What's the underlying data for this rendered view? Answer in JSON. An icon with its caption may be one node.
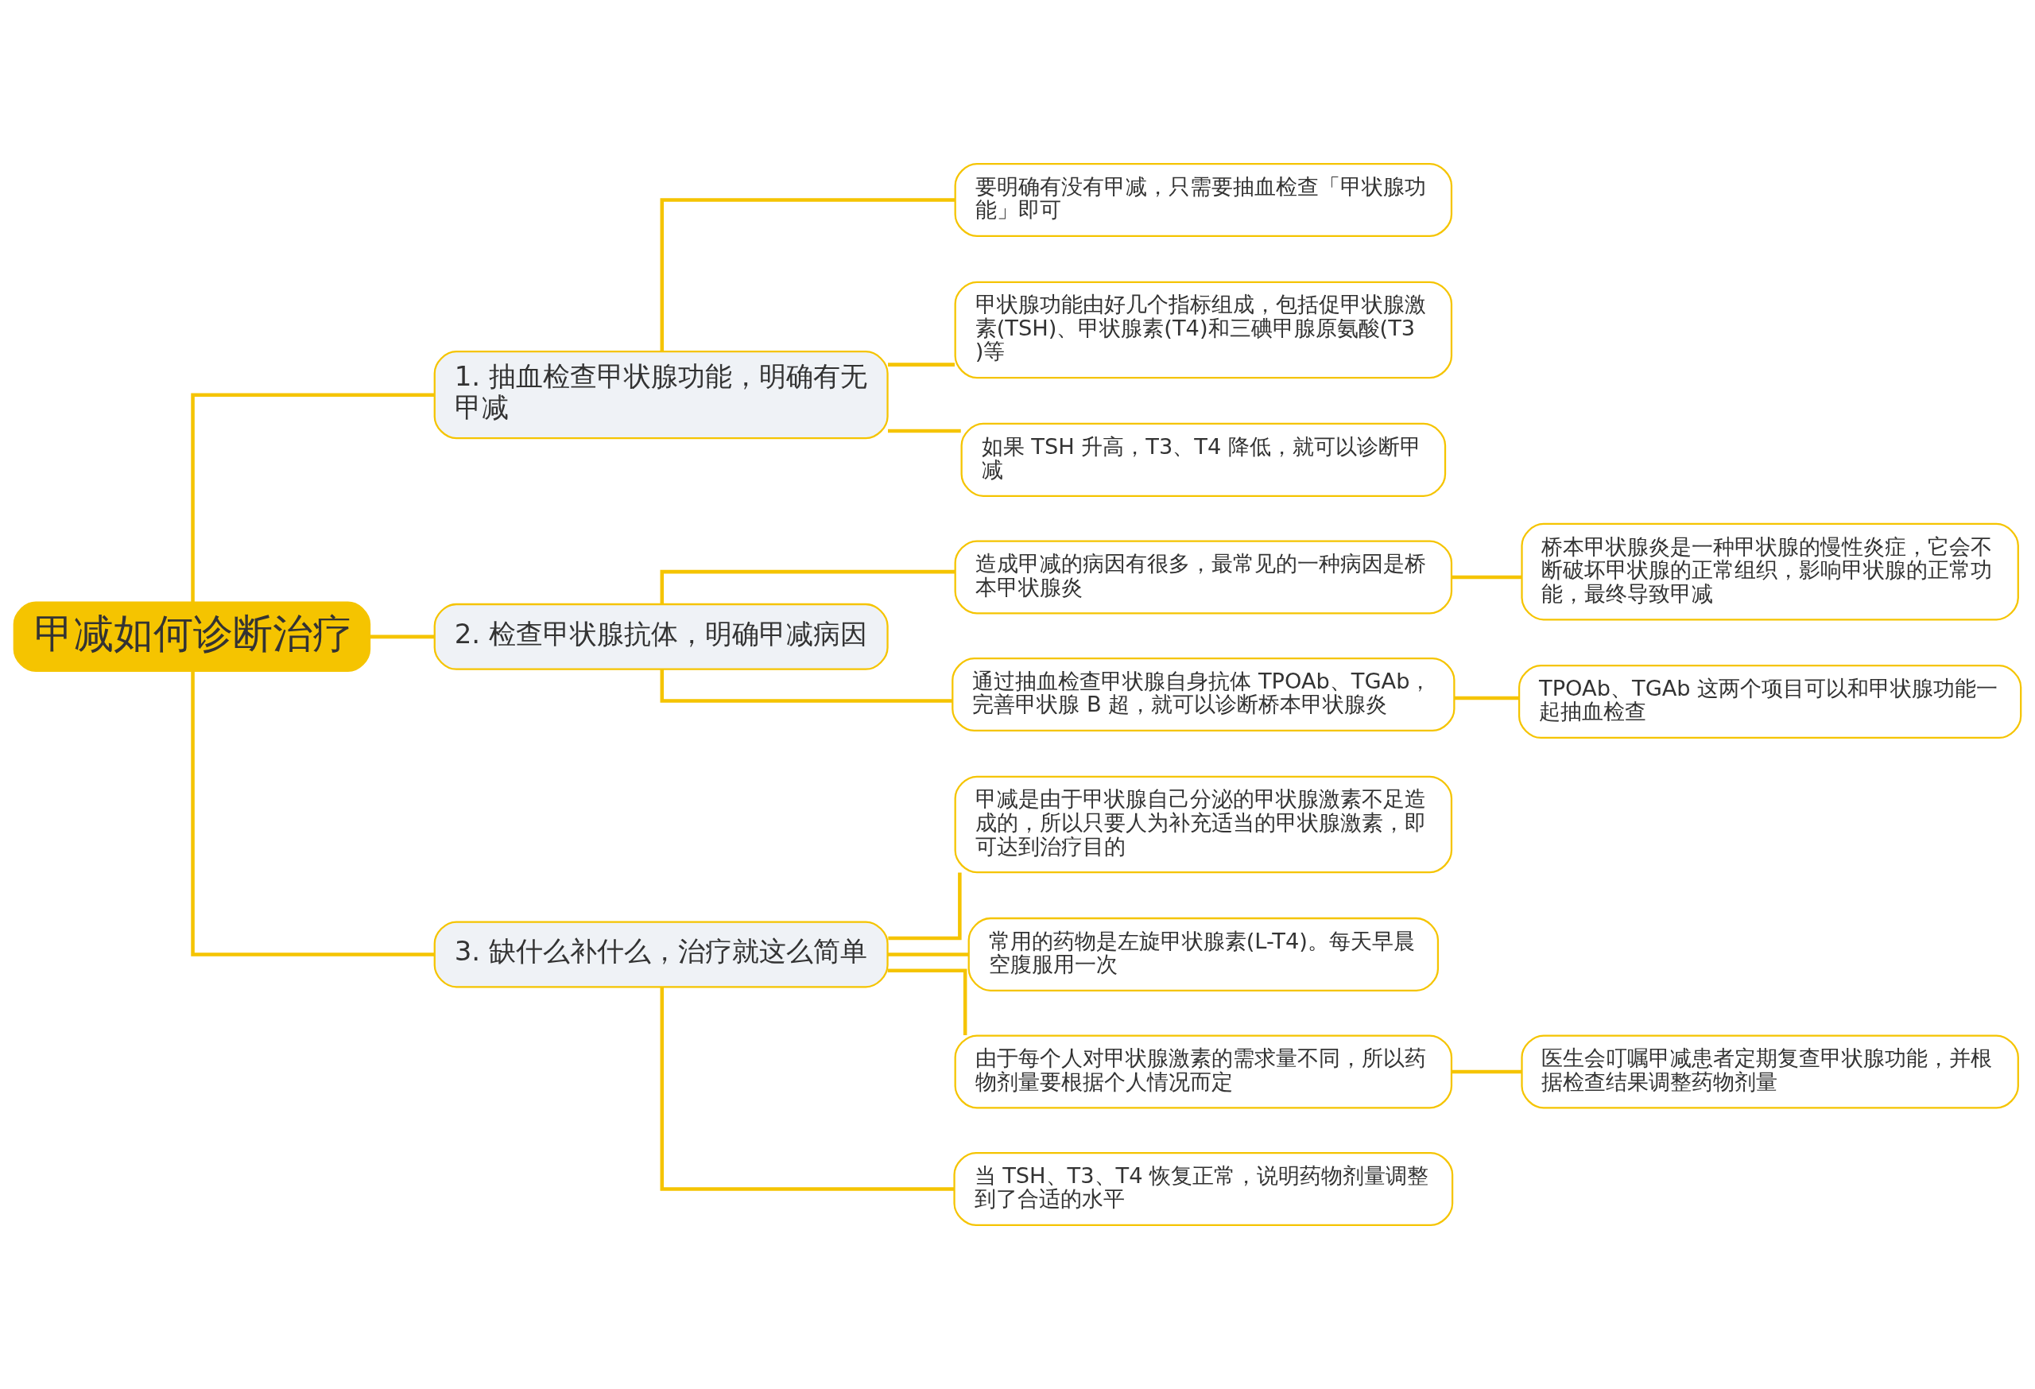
{
  "diagram": {
    "nodes": [
      {
        "text": [
          "甲减如何诊断治疗"
        ]
      },
      {
        "text": [
          "1. 抽血检查甲状腺功能，明确有无甲减"
        ]
      },
      {
        "text": [
          "要明确有没有甲减，只需要抽血检查「甲状腺功能」即可"
        ]
      },
      {
        "text": [
          "甲状腺功能由好几个指标组成，包括促甲状腺激素(TSH)、甲状腺素(T4)和三碘甲腺原氨酸(T3)等"
        ]
      },
      {
        "text": [
          "如果 TSH 升高，T3、T4 降低，就可以诊断甲减"
        ]
      },
      {
        "text": [
          "2. 检查甲状腺抗体，明确甲减病因"
        ]
      },
      {
        "text": [
          "造成甲减的病因有很多，最常见的一种病因是桥本甲状腺炎"
        ]
      },
      {
        "text": [
          "桥本甲状腺炎是一种甲状腺的慢性炎症，它会不断破坏甲状腺的正常组织，影响甲状腺的正常功能，最终导致甲减"
        ]
      },
      {
        "text": [
          "通过抽血检查甲状腺自身抗体 TPOAb、TGAb，完善甲状腺 B 超，就可以诊断桥本甲状腺炎"
        ]
      },
      {
        "text": [
          "TPOAb、TGAb 这两个项目可以和甲状腺功能一起抽血检查"
        ]
      },
      {
        "text": [
          "3. 缺什么补什么，治疗就这么简单"
        ]
      },
      {
        "text": [
          "甲减是由于甲状腺自己分泌的甲状腺激素不足造成的，所以只要人为补充适当的甲状腺激素，即可达到治疗目的"
        ]
      },
      {
        "text": [
          "常用的药物是左旋甲状腺素(L-T4)。每天早晨空腹服用一次"
        ]
      },
      {
        "text": [
          "由于每个人对甲状腺激素的需求量不同，所以药物剂量要根据个人情况而定"
        ]
      },
      {
        "text": [
          "医生会叮嘱甲减患者定期复查甲状腺功能，并根据检查结果调整药物剂量"
        ]
      },
      {
        "text": [
          "当 TSH、T3、T4 恢复正常，说明药物剂量调整到了合适的水平"
        ]
      }
    ],
    "edges": [
      {
        "from": 0,
        "to": 1,
        "arrow": "none"
      },
      {
        "from": 1,
        "to": 2,
        "arrow": "none"
      },
      {
        "from": 1,
        "to": 3,
        "arrow": "none"
      },
      {
        "from": 1,
        "to": 4,
        "arrow": "none"
      },
      {
        "from": 0,
        "to": 5,
        "arrow": "none"
      },
      {
        "from": 5,
        "to": 6,
        "arrow": "none"
      },
      {
        "from": 6,
        "to": 7,
        "arrow": "none"
      },
      {
        "from": 5,
        "to": 8,
        "arrow": "none"
      },
      {
        "from": 8,
        "to": 9,
        "arrow": "none"
      },
      {
        "from": 0,
        "to": 10,
        "arrow": "none"
      },
      {
        "from": 10,
        "to": 11,
        "arrow": "none"
      },
      {
        "from": 10,
        "to": 12,
        "arrow": "none"
      },
      {
        "from": 10,
        "to": 13,
        "arrow": "none"
      },
      {
        "from": 13,
        "to": 14,
        "arrow": "none"
      },
      {
        "from": 10,
        "to": 15,
        "arrow": "none"
      }
    ]
  }
}
